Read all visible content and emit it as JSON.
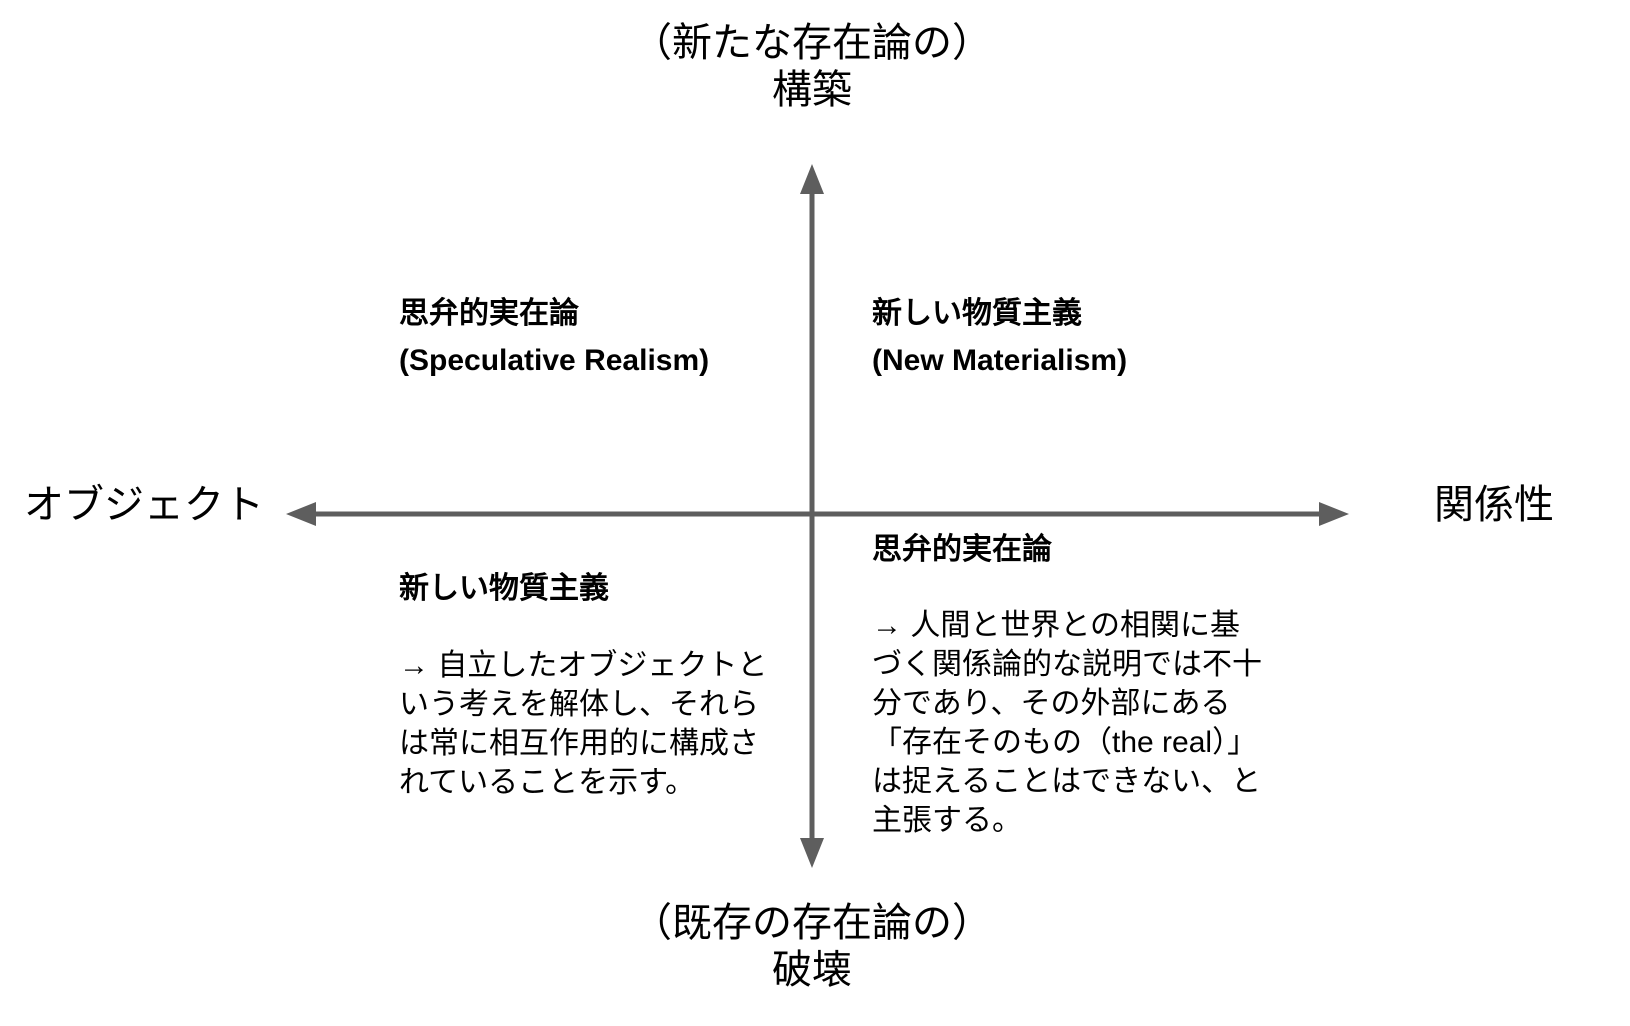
{
  "canvas": {
    "background": "#ffffff",
    "text_color": "#000000",
    "arrow_color": "#5e5e5e"
  },
  "axis": {
    "top_label": "（新たな存在論の）\n構築",
    "bottom_label": "（既存の存在論の）\n破壊",
    "left_label": "オブジェクト",
    "right_label": "関係性"
  },
  "quadrants": {
    "top_left": {
      "title": "思弁的実在論\n(Speculative Realism)"
    },
    "top_right": {
      "title": "新しい物質主義\n(New Materialism)"
    },
    "bottom_left": {
      "title": "新しい物質主義",
      "body": "→ 自立したオブジェクトと\nいう考えを解体し、それら\nは常に相互作用的に構成さ\nれていることを示す。"
    },
    "bottom_right": {
      "title": "思弁的実在論",
      "body": "→ 人間と世界との相関に基\nづく関係論的な説明では不十\n分であり、その外部にある\n「存在そのもの（the real）」\nは捉えることはできない、と\n主張する。"
    }
  }
}
